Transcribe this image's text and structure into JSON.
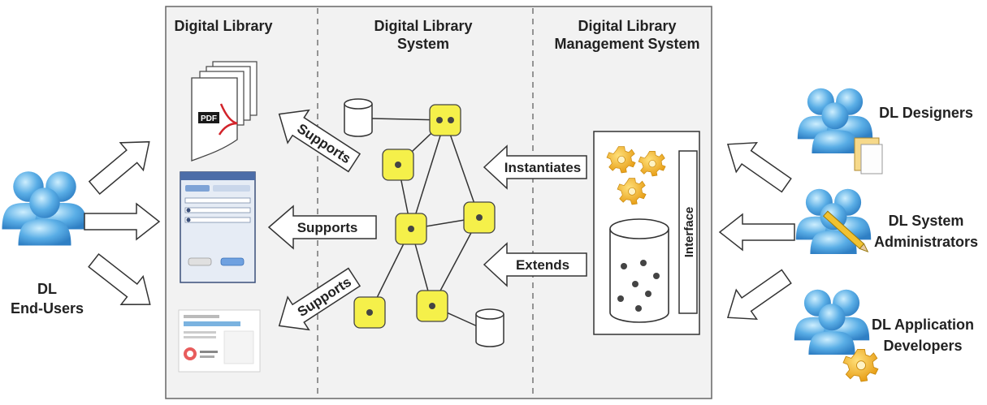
{
  "panels": {
    "digital_library": "Digital Library",
    "dls_line1": "Digital Library",
    "dls_line2": "System",
    "dlms_line1": "Digital Library",
    "dlms_line2": "Management System"
  },
  "actors": {
    "end_users_line1": "DL",
    "end_users_line2": "End-Users",
    "designers": "DL Designers",
    "sysadmins_line1": "DL System",
    "sysadmins_line2": "Administrators",
    "appdevs_line1": "DL Application",
    "appdevs_line2": "Developers"
  },
  "arrows": {
    "supports_top": "Supports",
    "supports_mid": "Supports",
    "supports_bottom": "Supports",
    "instantiates": "Instantiates",
    "extends": "Extends"
  },
  "interface_label": "Interface",
  "pdf_label": "PDF",
  "colors": {
    "node_fill": "#f5f04a",
    "person_blue": "#5aaee6",
    "gear_orange": "#f0b020",
    "panel_bg": "#f2f2f2"
  },
  "icons": [
    "user-group-icon",
    "pdf-document-icon",
    "form-window-icon",
    "report-page-icon",
    "database-icon",
    "gear-icon",
    "pencil-icon"
  ]
}
